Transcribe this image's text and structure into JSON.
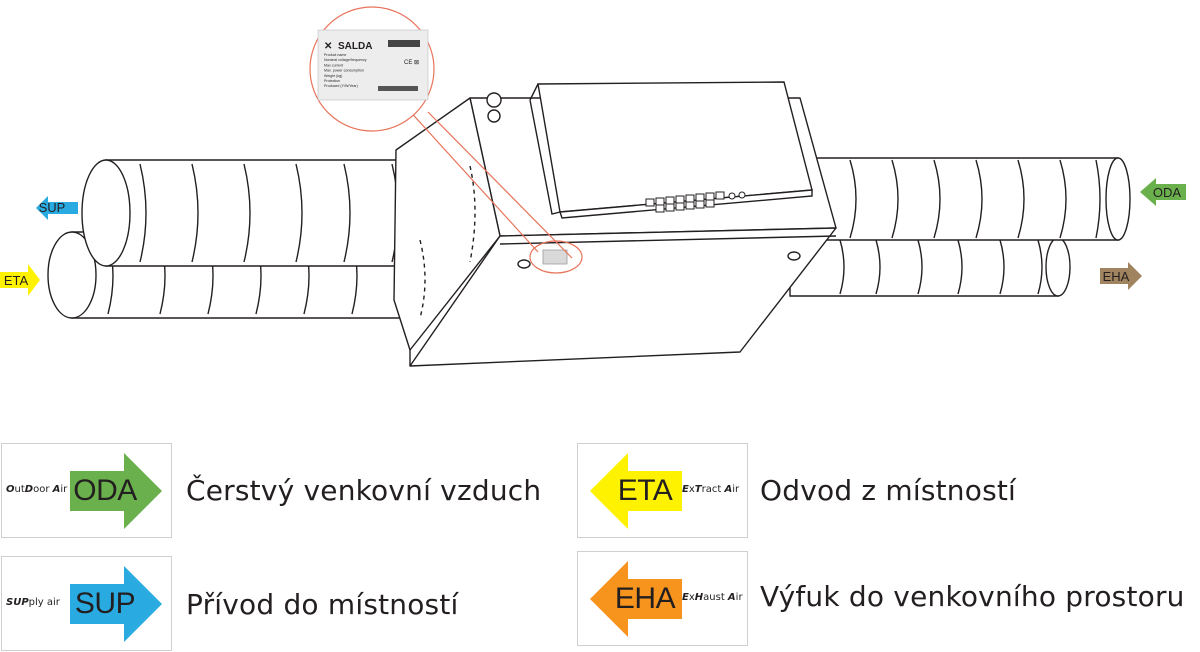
{
  "diagram": {
    "arrow_labels": {
      "sup": "SUP",
      "eta": "ETA",
      "oda": "ODA",
      "eha": "EHA"
    },
    "nameplate": {
      "brand": "SALDA",
      "lines": [
        "Product name",
        "Nominal voltage/frequency",
        "Max current",
        "Max. power consumption",
        "Weight (kg)",
        "Protection",
        "Produced (Y/W/Year)"
      ]
    }
  },
  "legend": [
    {
      "code": "ODA",
      "abbr_bold1": "O",
      "abbr_rest1": "ut",
      "abbr_bold2": "D",
      "abbr_rest2": "oor ",
      "abbr_bold3": "A",
      "abbr_rest3": "ir",
      "description": "Čerstvý venkovní vzduch",
      "color": "#6ab04c",
      "direction": "right"
    },
    {
      "code": "ETA",
      "abbr_bold1": "E",
      "abbr_rest1": "x",
      "abbr_bold2": "T",
      "abbr_rest2": "ract ",
      "abbr_bold3": "A",
      "abbr_rest3": "ir",
      "description": "Odvod z místností",
      "color": "#fff200",
      "direction": "left"
    },
    {
      "code": "SUP",
      "abbr_bold1": "SUP",
      "abbr_rest1": "ply air",
      "abbr_bold2": "",
      "abbr_rest2": "",
      "abbr_bold3": "",
      "abbr_rest3": "",
      "description": "Přívod do místností",
      "color": "#29abe2",
      "direction": "right"
    },
    {
      "code": "EHA",
      "abbr_bold1": "E",
      "abbr_rest1": "x",
      "abbr_bold2": "H",
      "abbr_rest2": "aust ",
      "abbr_bold3": "A",
      "abbr_rest3": "ir",
      "description": "Výfuk do venkovního prostoru",
      "color": "#f7941d",
      "direction": "left"
    }
  ],
  "colors": {
    "oda_small": "#6ab04c",
    "sup_small": "#29abe2",
    "eta_small": "#fff200",
    "eha_small": "#a0835f",
    "callout": "#e8735a"
  }
}
